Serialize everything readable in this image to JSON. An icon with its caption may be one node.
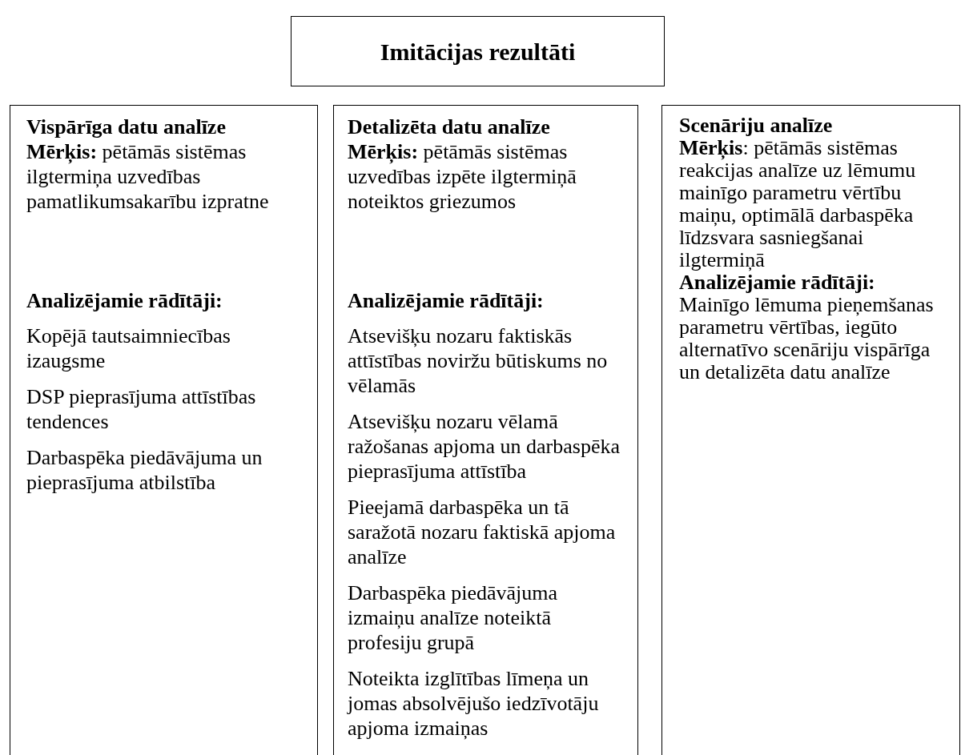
{
  "diagram": {
    "nodes": [
      {
        "text": [
          "Imitācijas rezultāti"
        ]
      },
      {
        "text": [
          "Vispārīga datu analīze",
          "**Mērķis:** pētāmās sistēmas ilgtermiņa uzvedības pamatlikumsakarību izpratne",
          "Analizējamie rādītāji:",
          "Kopējā tautsaimniecības izaugsme",
          "DSP pieprasījuma attīstības tendences",
          "Darbaspēka piedāvājuma un pieprasījuma atbilstība"
        ]
      },
      {
        "text": [
          "Detalizēta datu analīze",
          "**Mērķis:** pētāmās sistēmas uzvedības izpēte ilgtermiņā noteiktos griezumos",
          "Analizējamie rādītāji:",
          "Atsevišķu nozaru faktiskās attīstības noviržu būtiskums no vēlamās",
          "Atsevišķu nozaru vēlamā ražošanas apjoma un darbaspēka pieprasījuma attīstība",
          "Pieejamā darbaspēka un tā saražotā nozaru faktiskā apjoma analīze",
          "Darbaspēka piedāvājuma izmaiņu analīze noteiktā profesiju grupā",
          "Noteikta izglītības līmeņa un jomas absolvējušo iedzīvotāju apjoma izmaiņas"
        ]
      },
      {
        "text": [
          "Scenāriju analīze",
          "**Mērķis**: pētāmās sistēmas reakcijas analīze uz lēmumu mainīgo parametru vērtību maiņu, optimālā darbaspēka līdzsvara sasniegšanai ilgtermiņā",
          "Analizējamie rādītāji:",
          "Mainīgo lēmuma pieņemšanas parametru vērtības, iegūto alternatīvo scenāriju vispārīga un detalizēta datu analīze"
        ]
      }
    ]
  }
}
